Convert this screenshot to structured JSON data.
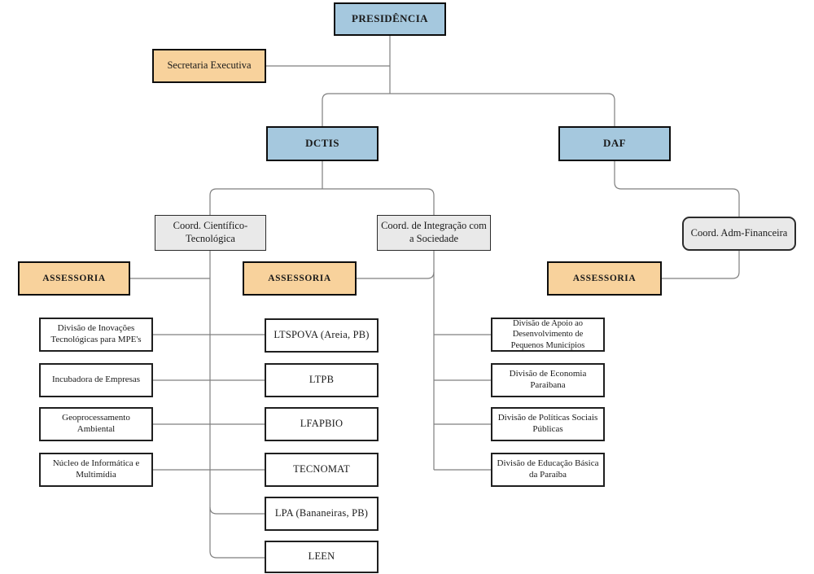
{
  "colors": {
    "primary": "#a5c8de",
    "assessoria": "#f8d29c",
    "coord": "#e9e9e9",
    "division": "#ffffff",
    "connector": "#7f7f7f",
    "border": "#0d0d0d",
    "text": "#1a1a1a"
  },
  "org": {
    "presidencia": "PRESIDÊNCIA",
    "secretaria_executiva": "Secretaria Executiva",
    "dctis": "DCTIS",
    "daf": "DAF",
    "coordenacoes": {
      "cientifico_tecnologica": "Coord. Científico-Tecnológica",
      "integracao_sociedade": "Coord. de Integração com a Sociedade",
      "adm_financeira": "Coord. Adm-Financeira"
    },
    "assessorias": [
      "ASSESSORIA",
      "ASSESSORIA",
      "ASSESSORIA"
    ],
    "divisoes_cientifico": [
      "Divisão de Inovações Tecnológicas para MPE's",
      "Incubadora de Empresas",
      "Geoprocessamento Ambiental",
      "Núcleo de Informática e Multimídia"
    ],
    "laboratorios": [
      "LTSPOVA (Areia, PB)",
      "LTPB",
      "LFAPBIO",
      "TECNOMAT",
      "LPA (Bananeiras, PB)",
      "LEEN"
    ],
    "divisoes_sociedade": [
      "Divisão de Apoio ao Desenvolvimento de Pequenos Municípios",
      "Divisão de Economia Paraibana",
      "Divisão de Políticas Sociais Públicas",
      "Divisão de Educação Básica da Paraíba"
    ]
  }
}
